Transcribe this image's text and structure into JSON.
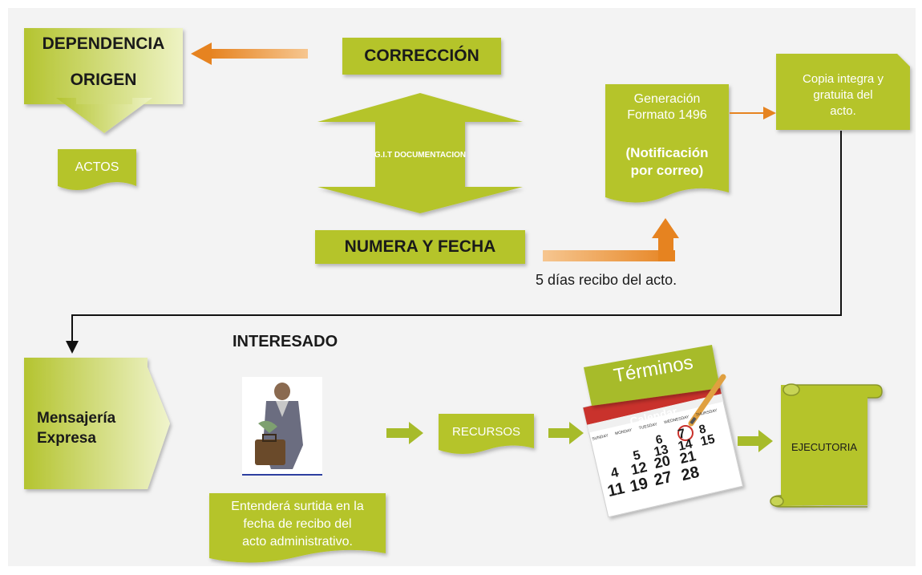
{
  "colors": {
    "box": "#b5c42c",
    "box_light": "#e3eba0",
    "arrow_orange": "#ea8a22",
    "arrow_green": "#a7bb2a",
    "background": "#f3f3f3",
    "dark_text": "#1a1a1a",
    "red": "#c9322c"
  },
  "dependencia_origen": {
    "line1": "DEPENDENCIA",
    "line2": "ORIGEN"
  },
  "actos": {
    "label": "ACTOS"
  },
  "correccion": {
    "label": "CORRECCIÓN"
  },
  "git": {
    "label": "G.I.T  DOCUMENTACION"
  },
  "numera": {
    "label": "NUMERA Y FECHA"
  },
  "cinco_dias": {
    "label": "5 días recibo del acto."
  },
  "generacion": {
    "line1": "Generación",
    "line2": "Formato 1496",
    "line3": "(Notificación",
    "line4": "por correo)"
  },
  "copia": {
    "line1": "Copia integra y",
    "line2": "gratuita del",
    "line3": "acto."
  },
  "interesado": {
    "label": "INTERESADO"
  },
  "mensajeria": {
    "line1": "Mensajería",
    "line2": "Expresa"
  },
  "recursos": {
    "label": "RECURSOS"
  },
  "terminos": {
    "banner": "Términos",
    "calendar_title": "Calendar",
    "weekdays": [
      "SUNDAY",
      "MONDAY",
      "TUESDAY",
      "WEDNESDAY",
      "THURSDAY"
    ],
    "numbers": [
      "6",
      "7",
      "8",
      "5",
      "13",
      "14",
      "15",
      "4",
      "12",
      "20",
      "21",
      "11",
      "19",
      "27",
      "28"
    ]
  },
  "ejecutoria": {
    "label": "EJECUTORIA"
  },
  "entendera": {
    "line1": "Entenderá surtida en la",
    "line2": "fecha de recibo del",
    "line3": "acto administrativo."
  }
}
